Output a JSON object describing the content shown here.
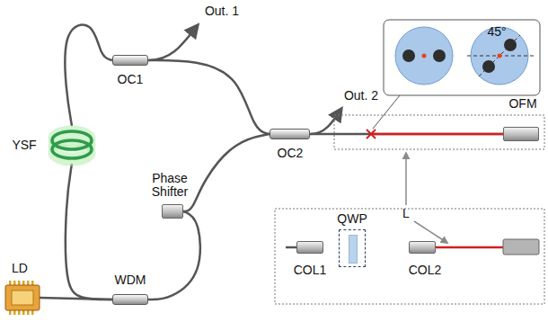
{
  "diagram": {
    "nodes": [
      {
        "text": [
          "OC1"
        ]
      },
      {
        "text": [
          "YSF"
        ]
      },
      {
        "text": [
          "Phase Shifter"
        ]
      },
      {
        "text": [
          "OC2"
        ]
      },
      {
        "text": [
          "OFM"
        ]
      },
      {
        "text": [
          "LD"
        ]
      },
      {
        "text": [
          "WDM"
        ]
      },
      {
        "text": [
          "COL1"
        ]
      },
      {
        "text": [
          "QWP"
        ]
      },
      {
        "text": [
          "COL2"
        ]
      }
    ],
    "edges": [
      {
        "from": 0,
        "to": 3,
        "arrow": "none"
      },
      {
        "from": 1,
        "to": 0,
        "arrow": "none"
      },
      {
        "from": 6,
        "to": 1,
        "arrow": "none"
      },
      {
        "from": 5,
        "to": 6,
        "arrow": "none"
      },
      {
        "from": 3,
        "to": 2,
        "arrow": "none"
      },
      {
        "from": 2,
        "to": 6,
        "arrow": "none"
      },
      {
        "from": 3,
        "to": 4,
        "arrow": "none"
      }
    ],
    "labels": [
      "Out. 1",
      "Out. 2",
      "45°",
      "L"
    ]
  }
}
